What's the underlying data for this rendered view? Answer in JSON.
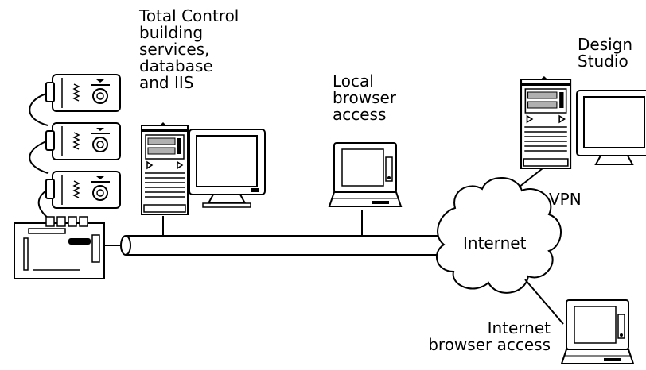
{
  "labels": {
    "server_lines": [
      "Total Control",
      "building",
      "services,",
      "database",
      "and IIS"
    ],
    "local_lines": [
      "Local",
      "browser",
      "access"
    ],
    "studio_lines": [
      "Design",
      "Studio"
    ],
    "vpn": "VPN",
    "internet": "Internet",
    "remote_lines": [
      "Internet",
      "browser access"
    ]
  },
  "icons": [
    "sensor-module-icon",
    "controller-panel-icon",
    "tower-server-icon",
    "monitor-icon",
    "laptop-icon",
    "cloud-icon"
  ],
  "colors": {
    "line": "#000000",
    "background": "#ffffff",
    "screen": "#ffffff",
    "shade": "#b0b0b0"
  }
}
